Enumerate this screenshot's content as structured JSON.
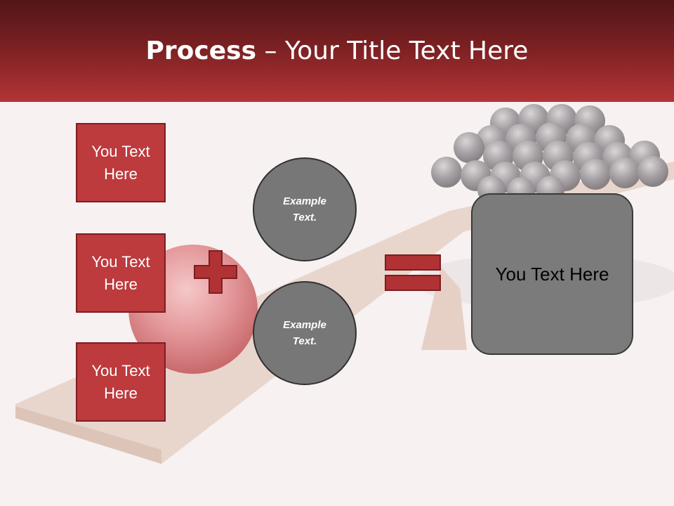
{
  "header": {
    "title_bold": "Process",
    "title_rest": " – Your Title Text Here"
  },
  "boxes": [
    {
      "label": "You Text Here"
    },
    {
      "label": "You Text Here"
    },
    {
      "label": "You Text Here"
    }
  ],
  "circles": [
    {
      "label": "Example Text."
    },
    {
      "label": "Example Text."
    }
  ],
  "result": {
    "label": "You Text Here"
  },
  "colors": {
    "header_dark": "#521618",
    "header_light": "#b43437",
    "box_fill": "#bd3a3d",
    "circle_fill": "#777777",
    "result_fill": "#7b7b7b"
  },
  "icons": [
    "plus-icon",
    "equals-icon"
  ]
}
